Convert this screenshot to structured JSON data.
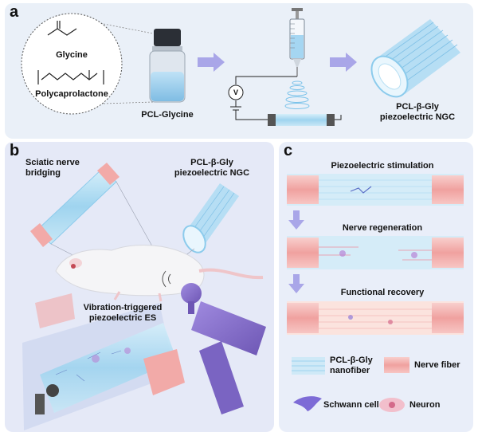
{
  "panel_a": {
    "letter": "a",
    "glycine_label": "Glycine",
    "pcl_label": "Polycaprolactone",
    "bottle_label": "PCL-Glycine",
    "voltage_symbol": "V",
    "ngc_label_line1": "PCL-β-Gly",
    "ngc_label_line2": "piezoelectric NGC"
  },
  "panel_b": {
    "letter": "b",
    "bridging_line1": "Sciatic nerve",
    "bridging_line2": "bridging",
    "ngc_line1": "PCL-β-Gly",
    "ngc_line2": "piezoelectric NGC",
    "es_line1": "Vibration-triggered",
    "es_line2": "piezoelectric ES"
  },
  "panel_c": {
    "letter": "c",
    "stage1": "Piezoelectric stimulation",
    "stage2": "Nerve regeneration",
    "stage3": "Functional recovery",
    "legend": {
      "nanofiber_line1": "PCL-β-Gly",
      "nanofiber_line2": "nanofiber",
      "nerve_fiber": "Nerve fiber",
      "schwann": "Schwann cell",
      "neuron": "Neuron"
    }
  },
  "colors": {
    "panel_a_bg": "#eaf0f8",
    "panel_b_bg": "#e5e9f7",
    "panel_c_bg": "#e9eef9",
    "conduit_blue": "#9fd4ef",
    "nerve_pink": "#f2aaa8",
    "device_purple": "#8a74c9",
    "arrow_purple": "#a9a6e8"
  }
}
